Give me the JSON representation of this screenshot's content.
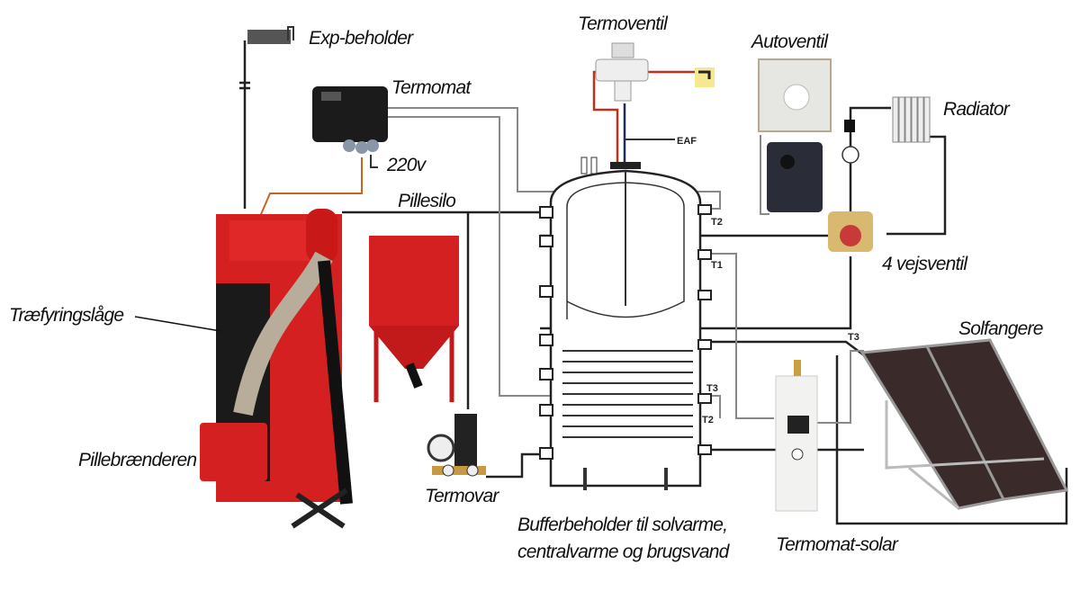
{
  "labels": {
    "exp_beholder": "Exp-beholder",
    "termomat": "Termomat",
    "volt": "220v",
    "pillesilo": "Pillesilo",
    "traefyringslaage": "Træfyringslåge",
    "pillebraenderen": "Pillebrænderen",
    "termovar": "Termovar",
    "termoventil": "Termoventil",
    "eaf": "EAF",
    "autoventil": "Autoventil",
    "radiator": "Radiator",
    "vejsventil": "4 vejsventil",
    "solfangere": "Solfangere",
    "termomat_solar": "Termomat-solar",
    "buffer_line1": "Bufferbeholder til solvarme,",
    "buffer_line2": "centralvarme og brugsvand"
  },
  "sensors": {
    "t2_top": "T2",
    "t1": "T1",
    "t3_solar": "T3",
    "t3_coil": "T3",
    "t2_coil": "T2"
  },
  "colors": {
    "boiler_red": "#d42020",
    "hot_pipe": "#c0301c",
    "pipe": "#222222",
    "wire": "#888888",
    "solar_panel": "#3a2a2a"
  }
}
